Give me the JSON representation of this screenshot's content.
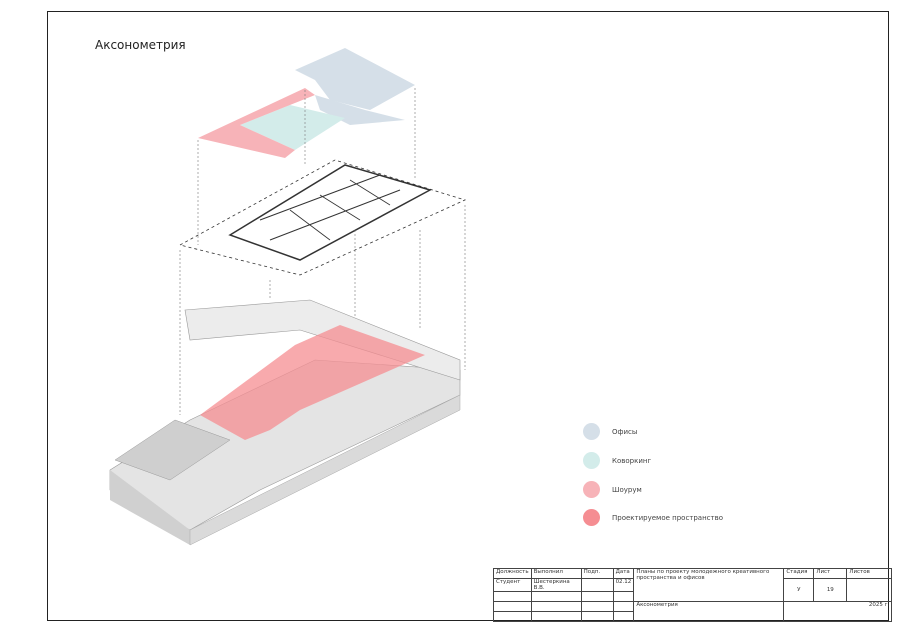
{
  "sheet_title": "Аксонометрия",
  "legend": [
    {
      "label": "Офисы",
      "color": "#d5dfe8"
    },
    {
      "label": "Коворкинг",
      "color": "#d3ecea"
    },
    {
      "label": "Шоурум",
      "color": "#f7b3b8"
    },
    {
      "label": "Проектируемое пространство",
      "color": "#f58d92"
    }
  ],
  "title_block": {
    "headers": [
      "Должность",
      "Выполнил",
      "Подп.",
      "Дата"
    ],
    "role": "Студент",
    "author": "Шестеркина В.В.",
    "signature": "",
    "date": "02.12",
    "project": "Планы по проекту молодежного креативного пространства и офисов",
    "sheet_name": "Аксонометрия",
    "stage_label": "Стадия",
    "sheet_label": "Лист",
    "sheets_label": "Листов",
    "stage": "У",
    "sheet": "19",
    "sheets": "",
    "year": "2025 г."
  }
}
